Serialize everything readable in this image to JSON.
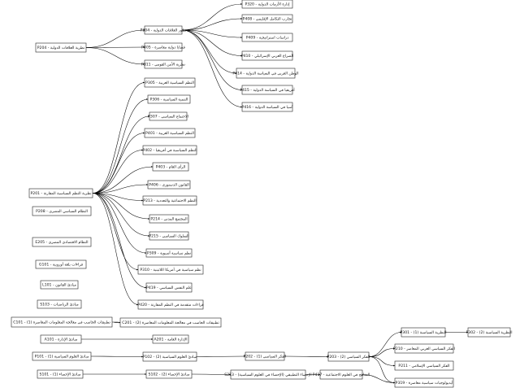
{
  "diagram": {
    "nodes": [
      {
        "id": "P320",
        "label": "P320 - إدارة الأزمات الدولية"
      },
      {
        "id": "P408",
        "label": "P408 - تجارب التكامل الإقليمي"
      },
      {
        "id": "P304",
        "label": "P304 - تطور العلاقات الدولية"
      },
      {
        "id": "P409",
        "label": "P409 - دراسات استراتيجية"
      },
      {
        "id": "P204",
        "label": "P204 - نظرية العلاقات الدولية"
      },
      {
        "id": "P405",
        "label": "P405 - قضايا دولية معاصرة"
      },
      {
        "id": "P410",
        "label": "P410 - الصراع العربي الإسرائيلي"
      },
      {
        "id": "P311",
        "label": "P311 - نظرية الأمن القومي"
      },
      {
        "id": "P414",
        "label": "P414 - الوطن العربي في السياسة الدولية"
      },
      {
        "id": "P305",
        "label": "P305 - النظم السياسية العربية"
      },
      {
        "id": "P415",
        "label": "P415 - أفريقيا في السياسة الدولية"
      },
      {
        "id": "P306",
        "label": "P306 - التنمية السياسية"
      },
      {
        "id": "P416",
        "label": "P416 - آسيا في السياسة الدولية"
      },
      {
        "id": "P307",
        "label": "P307 - الاجتماع السياسي"
      },
      {
        "id": "P401",
        "label": "P401 - النظم السياسية الغربية"
      },
      {
        "id": "P402",
        "label": "P402 - النظم السياسية في أفريقيا"
      },
      {
        "id": "P403",
        "label": "P403 - الرأي العام"
      },
      {
        "id": "P406",
        "label": "P406 - القانون الدستوري"
      },
      {
        "id": "P201",
        "label": "P201 - نظرية النظم السياسية المقارنة"
      },
      {
        "id": "P213",
        "label": "P213 - النظم الاجتماعية والتعددية"
      },
      {
        "id": "P208",
        "label": "P208 - النظام السياسي المصري"
      },
      {
        "id": "P214",
        "label": "P214 - المجتمع المدني"
      },
      {
        "id": "P215",
        "label": "P215 - السلوك السياسي"
      },
      {
        "id": "E205",
        "label": "E205 - النظام الاقتصادي المصري"
      },
      {
        "id": "P309",
        "label": "P309 - نظم سياسية آسيوية"
      },
      {
        "id": "G101",
        "label": "G101 - قراءات بلغة أوروبية"
      },
      {
        "id": "P310",
        "label": "P310 - نظم سياسية في أمريكا اللاتينية"
      },
      {
        "id": "L101",
        "label": "L101 - مبادئ القانون"
      },
      {
        "id": "P419",
        "label": "P419 - علم النفس السياسي"
      },
      {
        "id": "S103",
        "label": "S103 - مبادئ الرياضيات"
      },
      {
        "id": "P420",
        "label": "P420 - قراءات متقدمة في النظم المقارنة"
      },
      {
        "id": "C101",
        "label": "C101 - تطبيقات الحاسب في معالجة المعلومات المعاصرة (1)"
      },
      {
        "id": "C201",
        "label": "C201 - تطبيقات الحاسب في معالجة المعلومات المعاصرة (2)"
      },
      {
        "id": "A101",
        "label": "A101 - مبادئ الإدارة"
      },
      {
        "id": "A201",
        "label": "A201 - الإدارة العامة"
      },
      {
        "id": "P301",
        "label": "P301 - النظرية السياسية (1)"
      },
      {
        "id": "P302",
        "label": "P302 - النظرية السياسية (2)"
      },
      {
        "id": "P101",
        "label": "P101 - مبادئ العلوم السياسية (1)"
      },
      {
        "id": "P102",
        "label": "P102 - مبادئ العلوم السياسية (2)"
      },
      {
        "id": "P202",
        "label": "P202 - الفكر السياسي (1)"
      },
      {
        "id": "P203",
        "label": "P203 - الفكر السياسي (2)"
      },
      {
        "id": "P210",
        "label": "P210 - الفكر السياسي الغربي المعاصر"
      },
      {
        "id": "P211",
        "label": "P211 - الفكر السياسي الإسلامي"
      },
      {
        "id": "S101",
        "label": "S101 - مبادئ الإحصاء (1)"
      },
      {
        "id": "S102",
        "label": "S102 - مبادئ الإحصاء (2)"
      },
      {
        "id": "S213",
        "label": "S213 - الإحصاء التطبيقي (الإحصاء في العلوم السياسية)"
      },
      {
        "id": "P417",
        "label": "P417 - المناهج في العلوم الاجتماعية"
      },
      {
        "id": "P319",
        "label": "P319 - أيديولوجيات سياسية معاصرة"
      }
    ],
    "edges": [
      {
        "from": "P204",
        "to": "P304"
      },
      {
        "from": "P204",
        "to": "P405"
      },
      {
        "from": "P204",
        "to": "P311"
      },
      {
        "from": "P304",
        "to": "P320"
      },
      {
        "from": "P304",
        "to": "P408"
      },
      {
        "from": "P304",
        "to": "P409"
      },
      {
        "from": "P304",
        "to": "P410"
      },
      {
        "from": "P304",
        "to": "P414"
      },
      {
        "from": "P304",
        "to": "P415"
      },
      {
        "from": "P304",
        "to": "P416"
      },
      {
        "from": "P201",
        "to": "P305"
      },
      {
        "from": "P201",
        "to": "P306"
      },
      {
        "from": "P201",
        "to": "P307"
      },
      {
        "from": "P201",
        "to": "P401"
      },
      {
        "from": "P201",
        "to": "P402"
      },
      {
        "from": "P201",
        "to": "P403"
      },
      {
        "from": "P201",
        "to": "P406"
      },
      {
        "from": "P201",
        "to": "P213"
      },
      {
        "from": "P201",
        "to": "P214"
      },
      {
        "from": "P201",
        "to": "P215"
      },
      {
        "from": "P201",
        "to": "P309"
      },
      {
        "from": "P201",
        "to": "P310"
      },
      {
        "from": "P201",
        "to": "P419"
      },
      {
        "from": "P201",
        "to": "P420"
      },
      {
        "from": "C101",
        "to": "C201"
      },
      {
        "from": "A101",
        "to": "A201"
      },
      {
        "from": "P101",
        "to": "P102"
      },
      {
        "from": "P102",
        "to": "P202"
      },
      {
        "from": "P202",
        "to": "P203"
      },
      {
        "from": "P203",
        "to": "P301"
      },
      {
        "from": "P203",
        "to": "P210"
      },
      {
        "from": "P203",
        "to": "P211"
      },
      {
        "from": "P203",
        "to": "P319"
      },
      {
        "from": "P301",
        "to": "P302"
      },
      {
        "from": "S101",
        "to": "S102"
      },
      {
        "from": "S102",
        "to": "S213"
      },
      {
        "from": "S213",
        "to": "P417"
      },
      {
        "from": "P417",
        "to": "P319"
      }
    ]
  }
}
